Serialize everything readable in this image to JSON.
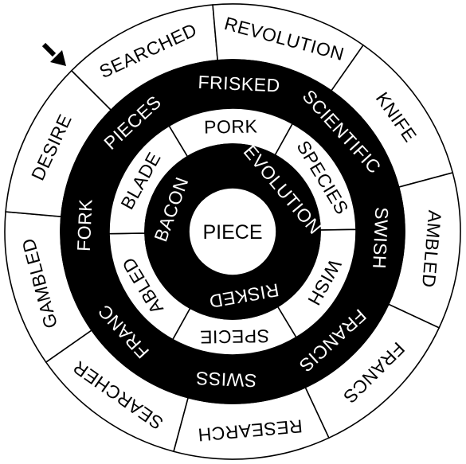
{
  "puzzle": {
    "centre_word": "PIECE",
    "rings": [
      {
        "name": "outer",
        "cells": [
          {
            "word": "SEARCHED",
            "shaded": false
          },
          {
            "word": "REVOLUTION",
            "shaded": false
          },
          {
            "word": "KNIFE",
            "shaded": false
          },
          {
            "word": "AMBLED",
            "shaded": false
          },
          {
            "word": "FRANCS",
            "shaded": false
          },
          {
            "word": "RESEARCH",
            "shaded": false
          },
          {
            "word": "SEARCHER",
            "shaded": false
          },
          {
            "word": "GAMBLED",
            "shaded": false
          },
          {
            "word": "DESIRE",
            "shaded": false
          }
        ]
      },
      {
        "name": "middle",
        "cells": [
          {
            "word": "PIECES",
            "shaded": true
          },
          {
            "word": "FRISKED",
            "shaded": true
          },
          {
            "word": "SCIENTIFIC",
            "shaded": true
          },
          {
            "word": "SWISH",
            "shaded": true
          },
          {
            "word": "FRANCIS",
            "shaded": true
          },
          {
            "word": "SWISS",
            "shaded": true
          },
          {
            "word": "FRANC",
            "shaded": true
          },
          {
            "word": "FORK",
            "shaded": true
          }
        ]
      },
      {
        "name": "inner",
        "cells": [
          {
            "word": "PORK",
            "shaded": false
          },
          {
            "word": "SPECIES",
            "shaded": false
          },
          {
            "word": "WISH",
            "shaded": false
          },
          {
            "word": "SPECIE",
            "shaded": false
          },
          {
            "word": "ABLED",
            "shaded": false
          },
          {
            "word": "BLADE",
            "shaded": false
          }
        ]
      },
      {
        "name": "core",
        "cells": [
          {
            "word": "EVOLUTION",
            "shaded": true
          },
          {
            "word": "RISKED",
            "shaded": true
          },
          {
            "word": "BACON",
            "shaded": true
          }
        ]
      }
    ]
  },
  "start_marker_icon": "arrow-down-right-icon",
  "colors": {
    "ink": "#000000",
    "paper": "#ffffff"
  }
}
